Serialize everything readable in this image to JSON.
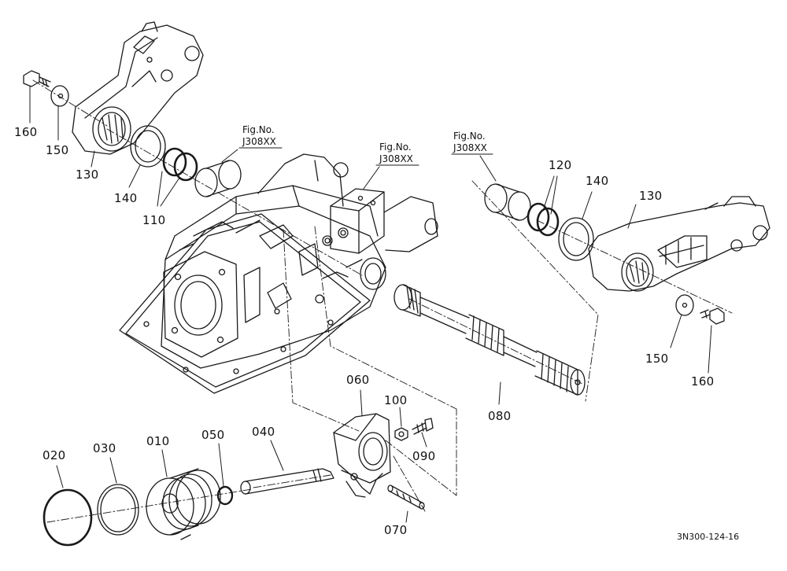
{
  "diagram": {
    "part_labels": {
      "p160_left": "160",
      "p150_left": "150",
      "p130_left": "130",
      "p140_left": "140",
      "p110": "110",
      "p120": "120",
      "p140_right": "140",
      "p130_right": "130",
      "p150_right": "150",
      "p160_right": "160",
      "p080": "080",
      "p060": "060",
      "p100": "100",
      "p090": "090",
      "p070": "070",
      "p040": "040",
      "p050": "050",
      "p010": "010",
      "p030": "030",
      "p020": "020"
    },
    "figure_refs": {
      "left": {
        "line1": "Fig.No.",
        "line2": "J308XX"
      },
      "center": {
        "line1": "Fig.No.",
        "line2": "J308XX"
      },
      "right": {
        "line1": "Fig.No.",
        "line2": "J308XX"
      }
    },
    "drawing_code": "3N300-124-16"
  }
}
